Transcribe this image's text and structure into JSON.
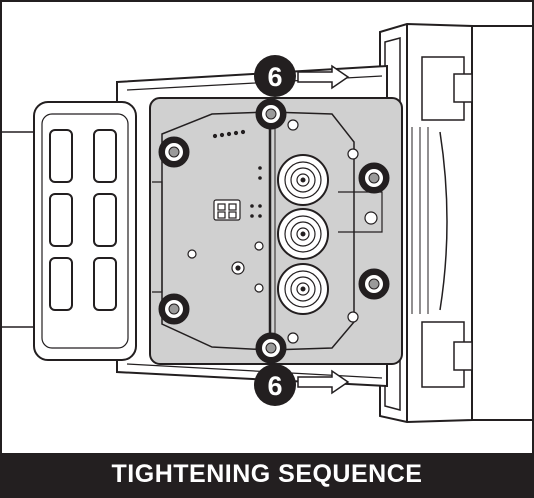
{
  "caption": {
    "text": "TIGHTENING SEQUENCE"
  },
  "callouts": [
    {
      "label": "6",
      "position": "top"
    },
    {
      "label": "6",
      "position": "bottom"
    }
  ],
  "colors": {
    "outline": "#231f20",
    "plate": "#d0d0d0",
    "white": "#ffffff",
    "caption_bg": "#231f20",
    "caption_text": "#ffffff"
  },
  "icons": [
    "bolt-icon",
    "arrow-right-icon",
    "connector-icon"
  ]
}
